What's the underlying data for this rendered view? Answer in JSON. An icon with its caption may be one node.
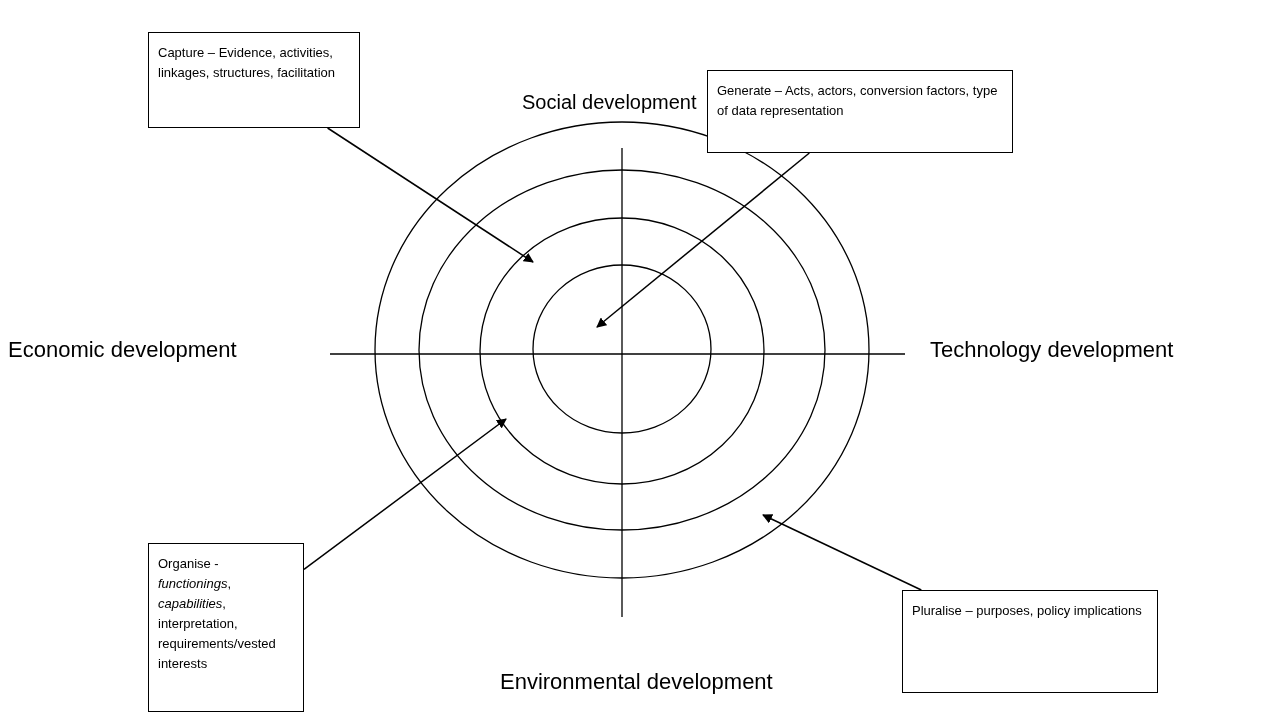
{
  "diagram": {
    "nodes": [
      {
        "text": [
          "Capture – Evidence, activities, linkages, structures, facilitation"
        ]
      },
      {
        "text": [
          "Generate – Acts, actors, conversion factors, type of data representation"
        ]
      },
      {
        "text": [
          "Organise - *functionings*, *capabilities*, interpretation, requirements/vested interests"
        ]
      },
      {
        "text": [
          "Pluralise – purposes, policy implications"
        ]
      }
    ],
    "edges": [
      {
        "from": 0,
        "to": null,
        "arrow": "to"
      },
      {
        "from": 1,
        "to": null,
        "arrow": "to"
      },
      {
        "from": 2,
        "to": null,
        "arrow": "to"
      },
      {
        "from": 3,
        "to": null,
        "arrow": "to"
      }
    ],
    "labels": [
      "Social development",
      "Economic development",
      "Technology development",
      "Environmental development"
    ]
  }
}
